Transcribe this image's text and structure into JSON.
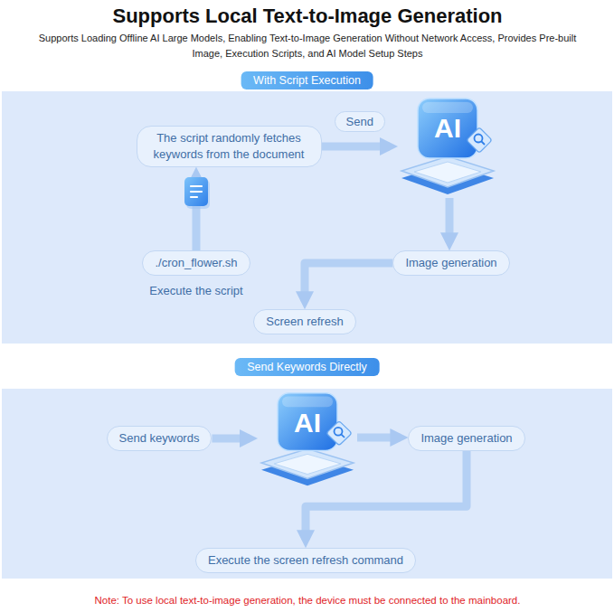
{
  "diagram": {
    "title": "Supports Local Text-to-Image Generation",
    "nodes": [
      {
        "text": [
          "With Script Execution"
        ]
      },
      {
        "text": [
          "The script randomly fetches keywords from the document"
        ],
        "in": 0
      },
      {
        "text": [
          "AI"
        ],
        "in": 0
      },
      {
        "text": [
          "Image generation"
        ],
        "in": 0
      },
      {
        "text": [
          "Screen refresh"
        ],
        "in": 0
      },
      {
        "text": [
          "./cron_flower.sh",
          "Execute the script"
        ],
        "in": 0
      },
      {
        "text": [
          "Send Keywords Directly"
        ]
      },
      {
        "text": [
          "Send keywords"
        ],
        "in": 6
      },
      {
        "text": [
          "AI"
        ],
        "in": 6
      },
      {
        "text": [
          "Image generation"
        ],
        "in": 6
      },
      {
        "text": [
          "Execute the screen refresh command"
        ],
        "in": 6
      }
    ],
    "edges": [
      {
        "from": 1,
        "to": 2,
        "label": "Send",
        "arrow": "to"
      },
      {
        "from": 2,
        "to": 3,
        "arrow": "to"
      },
      {
        "from": 3,
        "to": 4,
        "arrow": "to"
      },
      {
        "from": 5,
        "to": 1,
        "arrow": "to"
      },
      {
        "from": 7,
        "to": 8,
        "arrow": "to"
      },
      {
        "from": 8,
        "to": 9,
        "arrow": "to"
      },
      {
        "from": 9,
        "to": 10,
        "arrow": "to"
      }
    ],
    "labels": [
      "Supports Loading Offline AI Large Models, Enabling Text-to-Image Generation Without Network Access, Provides Pre-built Image, Execution Scripts, and AI Model Setup Steps",
      "Note: To use local text-to-image generation, the device must be connected to the mainboard."
    ]
  }
}
